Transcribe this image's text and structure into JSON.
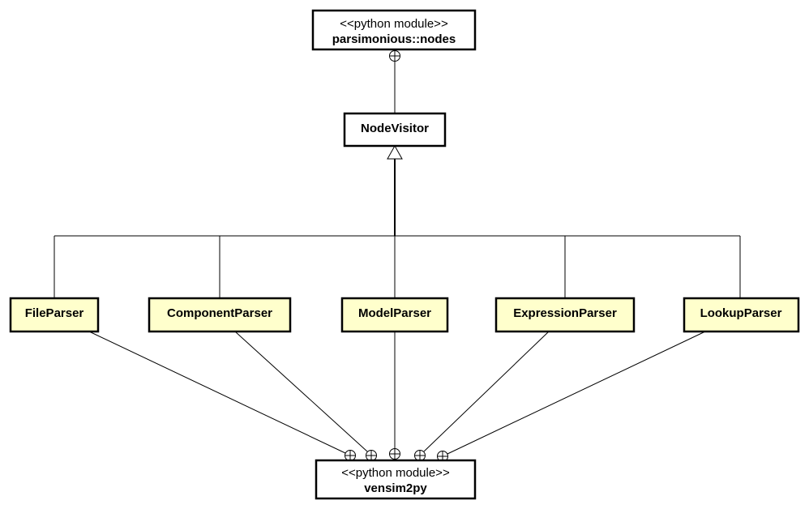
{
  "colors": {
    "class_fill": "#ffffcc",
    "module_fill": "#ffffff",
    "stroke": "#000000"
  },
  "modules": {
    "top": {
      "stereotype": "<<python module>>",
      "name": "parsimonious::nodes"
    },
    "bottom": {
      "stereotype": "<<python module>>",
      "name": "vensim2py"
    }
  },
  "base_class": {
    "name": "NodeVisitor"
  },
  "classes": [
    {
      "name": "FileParser"
    },
    {
      "name": "ComponentParser"
    },
    {
      "name": "ModelParser"
    },
    {
      "name": "ExpressionParser"
    },
    {
      "name": "LookupParser"
    }
  ]
}
